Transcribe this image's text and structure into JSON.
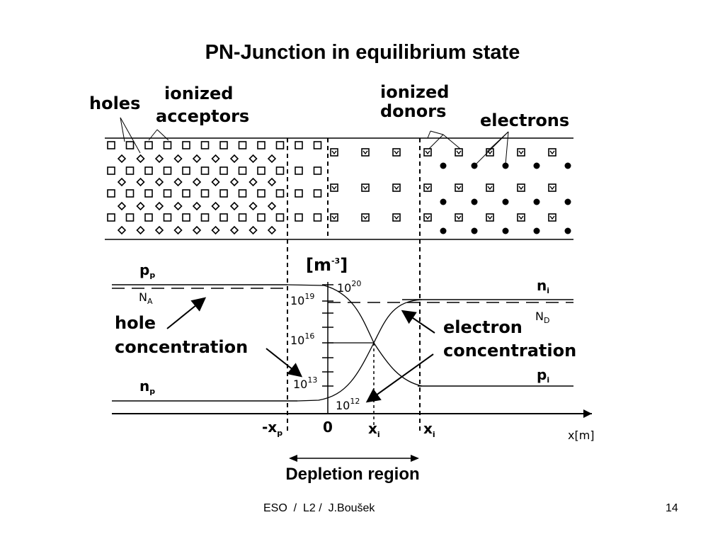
{
  "title": "PN-Junction in equilibrium state",
  "labels": {
    "holes": "holes",
    "ionized_acceptors_line1": "ionized",
    "ionized_acceptors_line2": "acceptors",
    "ionized_donors_line1": "ionized",
    "ionized_donors_line2": "donors",
    "electrons": "electrons",
    "pp": "p",
    "pp_sub": "p",
    "na": "N",
    "na_sub": "A",
    "np": "n",
    "np_sub": "p",
    "nn": "n",
    "nn_sub": "i",
    "nd": "N",
    "nd_sub": "D",
    "pi": "p",
    "pi_sub": "i",
    "hole_concentration_line1": "hole",
    "hole_concentration_line2": "concentration",
    "electron_concentration_line1": "electron",
    "electron_concentration_line2": "concentration",
    "unit_base": "[m",
    "unit_exp": "-3",
    "unit_close": "]"
  },
  "axis": {
    "x_label": "x[m]",
    "ticks": [
      {
        "label": "-x",
        "sub": "p"
      },
      {
        "label": "0",
        "sub": ""
      },
      {
        "label": "x",
        "sub": "i"
      },
      {
        "label": "x",
        "sub": "i"
      }
    ],
    "concentration_labels": [
      {
        "base": "10",
        "exp": "20"
      },
      {
        "base": "10",
        "exp": "19"
      },
      {
        "base": "10",
        "exp": "16"
      },
      {
        "base": "10",
        "exp": "13"
      },
      {
        "base": "10",
        "exp": "12"
      }
    ]
  },
  "depletion_region": "Depletion region",
  "footer": "ESO  /  L2 /  J.Boušek",
  "page_number": "14"
}
